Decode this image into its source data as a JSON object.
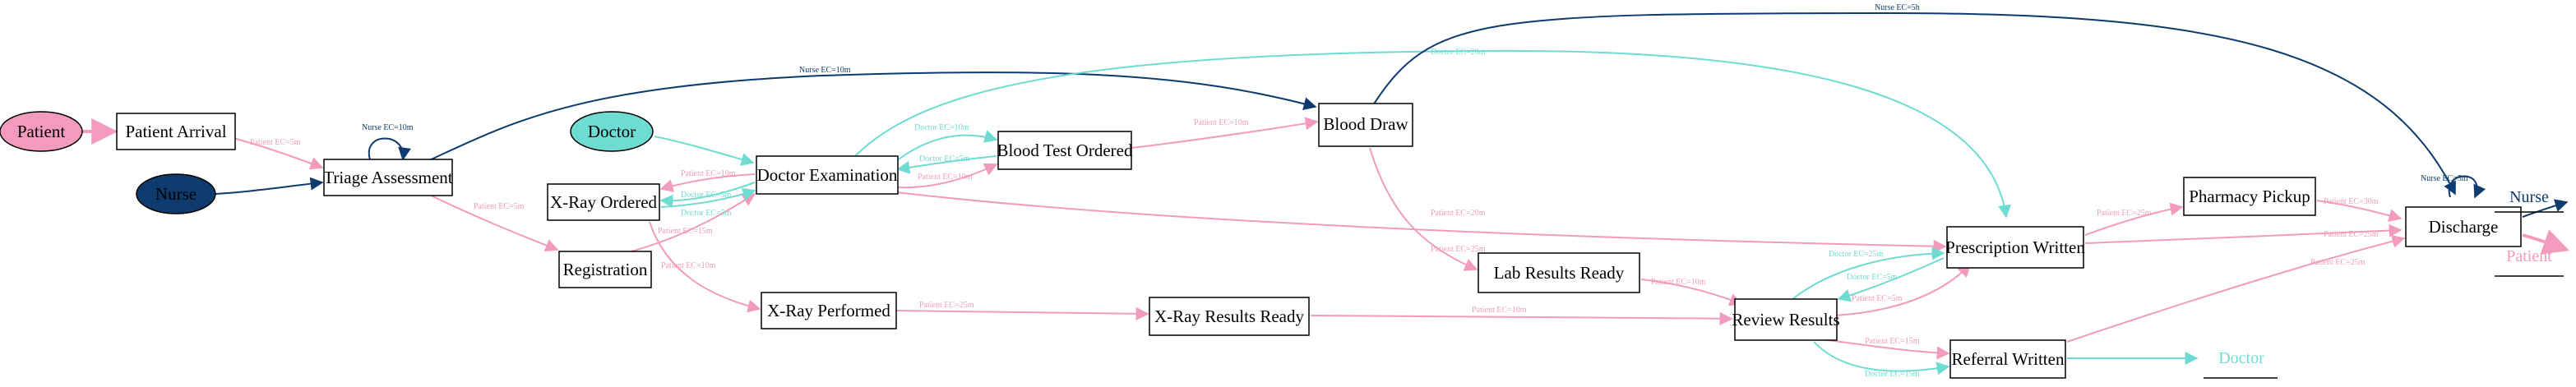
{
  "colors": {
    "patient": "#f29bbc",
    "nurse": "#0d3b6e",
    "doctor": "#6edcd3",
    "node_stroke": "#000000",
    "node_fill": "#ffffff"
  },
  "actors": [
    {
      "id": "patient",
      "label": "Patient",
      "fill": "#f29bbc",
      "text": "#000000"
    },
    {
      "id": "doctor",
      "label": "Doctor",
      "fill": "#6edcd3",
      "text": "#000000"
    },
    {
      "id": "nurse",
      "label": "Nurse",
      "fill": "#0d3b6e",
      "text": "#ffffff"
    }
  ],
  "activities": [
    {
      "id": "patient-arrival",
      "label": "Patient Arrival"
    },
    {
      "id": "triage-assessment",
      "label": "Triage Assessment"
    },
    {
      "id": "registration",
      "label": "Registration"
    },
    {
      "id": "xray-ordered",
      "label": "X-Ray Ordered"
    },
    {
      "id": "doctor-examination",
      "label": "Doctor Examination"
    },
    {
      "id": "xray-performed",
      "label": "X-Ray Performed"
    },
    {
      "id": "blood-test-ordered",
      "label": "Blood Test Ordered"
    },
    {
      "id": "blood-draw",
      "label": "Blood Draw"
    },
    {
      "id": "xray-results-ready",
      "label": "X-Ray Results Ready"
    },
    {
      "id": "lab-results-ready",
      "label": "Lab Results Ready"
    },
    {
      "id": "review-results",
      "label": "Review Results"
    },
    {
      "id": "prescription-written",
      "label": "Prescription Written"
    },
    {
      "id": "referral-written",
      "label": "Referral Written"
    },
    {
      "id": "pharmacy-pickup",
      "label": "Pharmacy Pickup"
    },
    {
      "id": "discharge",
      "label": "Discharge"
    }
  ],
  "end_labels": [
    {
      "id": "end-nurse",
      "label": "Nurse",
      "color": "#0d3b6e"
    },
    {
      "id": "end-patient",
      "label": "Patient",
      "color": "#f29bbc"
    },
    {
      "id": "end-doctor",
      "label": "Doctor",
      "color": "#6edcd3"
    }
  ],
  "edge_labels": [
    {
      "id": "lbl-patient-arrival-triage",
      "text": "Patient EC=5m",
      "color": "#f29bbc"
    },
    {
      "id": "lbl-triage-loop",
      "text": "Nurse EC=10m",
      "color": "#0d3b6e"
    },
    {
      "id": "lbl-triage-blooddraw",
      "text": "Nurse EC=10m",
      "color": "#0d3b6e"
    },
    {
      "id": "lbl-triage-registration",
      "text": "Patient EC=5m",
      "color": "#f29bbc"
    },
    {
      "id": "lbl-registration-docexam",
      "text": "Patient EC=15m",
      "color": "#f29bbc"
    },
    {
      "id": "lbl-registration-xrayperf",
      "text": "Patient EC=10m",
      "color": "#f29bbc"
    },
    {
      "id": "lbl-docexam-xrayordered-pink",
      "text": "Patient EC=10m",
      "color": "#f29bbc"
    },
    {
      "id": "lbl-xrayordered-docexam-cyan",
      "text": "Doctor EC=5m",
      "color": "#6edcd3"
    },
    {
      "id": "lbl-docexam-xrayordered-cyan",
      "text": "Doctor EC=5m",
      "color": "#6edcd3"
    },
    {
      "id": "lbl-docexam-bto-cyan-top",
      "text": "Doctor EC=10m",
      "color": "#6edcd3"
    },
    {
      "id": "lbl-bto-docexam-cyan",
      "text": "Doctor EC=5m",
      "color": "#6edcd3"
    },
    {
      "id": "lbl-docexam-bto-pink",
      "text": "Patient EC=10m",
      "color": "#f29bbc"
    },
    {
      "id": "lbl-docexam-prescription-cyan",
      "text": "Doctor EC=20m",
      "color": "#6edcd3"
    },
    {
      "id": "lbl-bto-blooddraw",
      "text": "Patient EC=10m",
      "color": "#f29bbc"
    },
    {
      "id": "lbl-blooddraw-discharge",
      "text": "Nurse EC=5h",
      "color": "#0d3b6e"
    },
    {
      "id": "lbl-docexam-prescription-pink",
      "text": "Patient EC=20m",
      "color": "#f29bbc"
    },
    {
      "id": "lbl-blooddraw-lab",
      "text": "Patient EC=25m",
      "color": "#f29bbc"
    },
    {
      "id": "lbl-xrayperf-xrayresults",
      "text": "Patient EC=25m",
      "color": "#f29bbc"
    },
    {
      "id": "lbl-xrayresults-review",
      "text": "Patient EC=10m",
      "color": "#f29bbc"
    },
    {
      "id": "lbl-lab-review",
      "text": "Patient EC=10m",
      "color": "#f29bbc"
    },
    {
      "id": "lbl-review-prescription-cyan",
      "text": "Doctor EC=25m",
      "color": "#6edcd3"
    },
    {
      "id": "lbl-prescription-review-cyan",
      "text": "Doctor EC=5m",
      "color": "#6edcd3"
    },
    {
      "id": "lbl-review-prescription-pink",
      "text": "Patient EC=5m",
      "color": "#f29bbc"
    },
    {
      "id": "lbl-review-referral-pink",
      "text": "Patient EC=15m",
      "color": "#f29bbc"
    },
    {
      "id": "lbl-review-referral-cyan",
      "text": "Doctor EC=15m",
      "color": "#6edcd3"
    },
    {
      "id": "lbl-prescription-pharmacy",
      "text": "Patient EC=25m",
      "color": "#f29bbc"
    },
    {
      "id": "lbl-pharmacy-discharge",
      "text": "Patient EC=30m",
      "color": "#f29bbc"
    },
    {
      "id": "lbl-prescription-discharge",
      "text": "Patient EC=25m",
      "color": "#f29bbc"
    },
    {
      "id": "lbl-referral-discharge",
      "text": "Patient EC=25m",
      "color": "#f29bbc"
    },
    {
      "id": "lbl-discharge-loop",
      "text": "Nurse EC=5m",
      "color": "#0d3b6e"
    }
  ]
}
